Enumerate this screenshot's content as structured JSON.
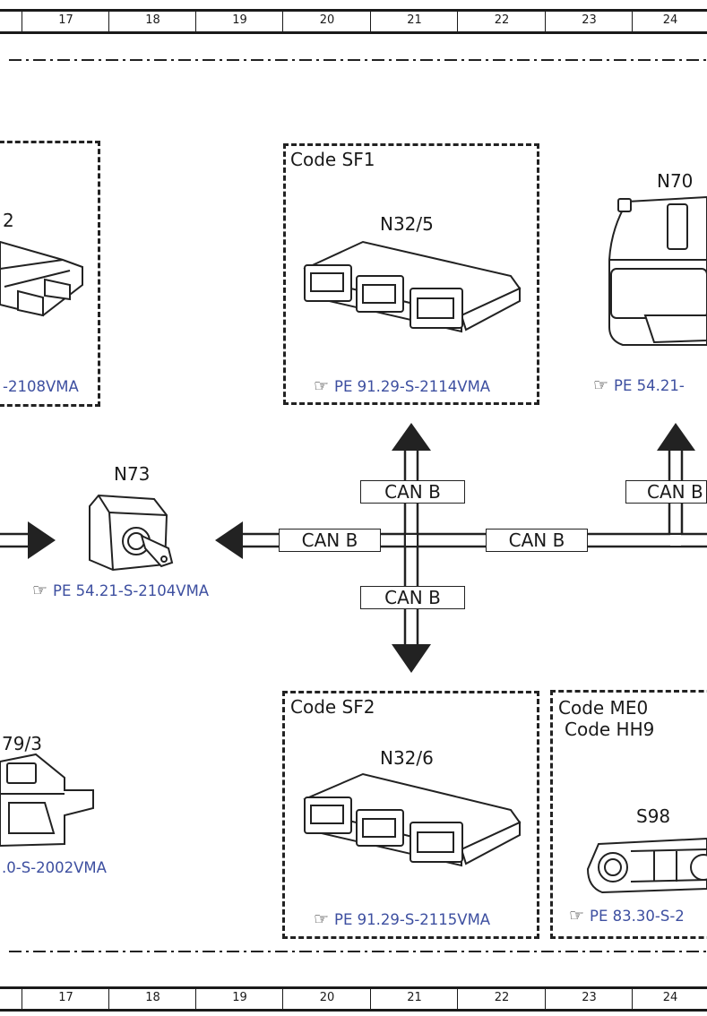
{
  "ruler_numbers": [
    "17",
    "18",
    "19",
    "20",
    "21",
    "22",
    "23",
    "24"
  ],
  "components": {
    "n32_5": {
      "code": "Code SF1",
      "name": "N32/5",
      "ref": "PE 91.29-S-2114VMA"
    },
    "n70": {
      "name": "N70",
      "ref": "PE 54.21-"
    },
    "left_top": {
      "name_fragment": "2",
      "ref": "-2108VMA"
    },
    "n73": {
      "name": "N73",
      "ref": "PE 54.21-S-2104VMA"
    },
    "left_bottom": {
      "name_fragment": "79/3",
      "ref": ".0-S-2002VMA"
    },
    "n32_6": {
      "code": "Code SF2",
      "name": "N32/6",
      "ref": "PE 91.29-S-2115VMA"
    },
    "s98": {
      "code_1": "Code ME0",
      "code_2": "Code HH9",
      "name": "S98",
      "ref": "PE 83.30-S-2"
    }
  },
  "bus": {
    "up_label": "CAN B",
    "left_label": "CAN B",
    "right_label": "CAN B",
    "down_label": "CAN B",
    "far_right_label": "CAN B"
  },
  "colors": {
    "reference_link": "#3d4fa0",
    "line": "#1a1a1a"
  }
}
